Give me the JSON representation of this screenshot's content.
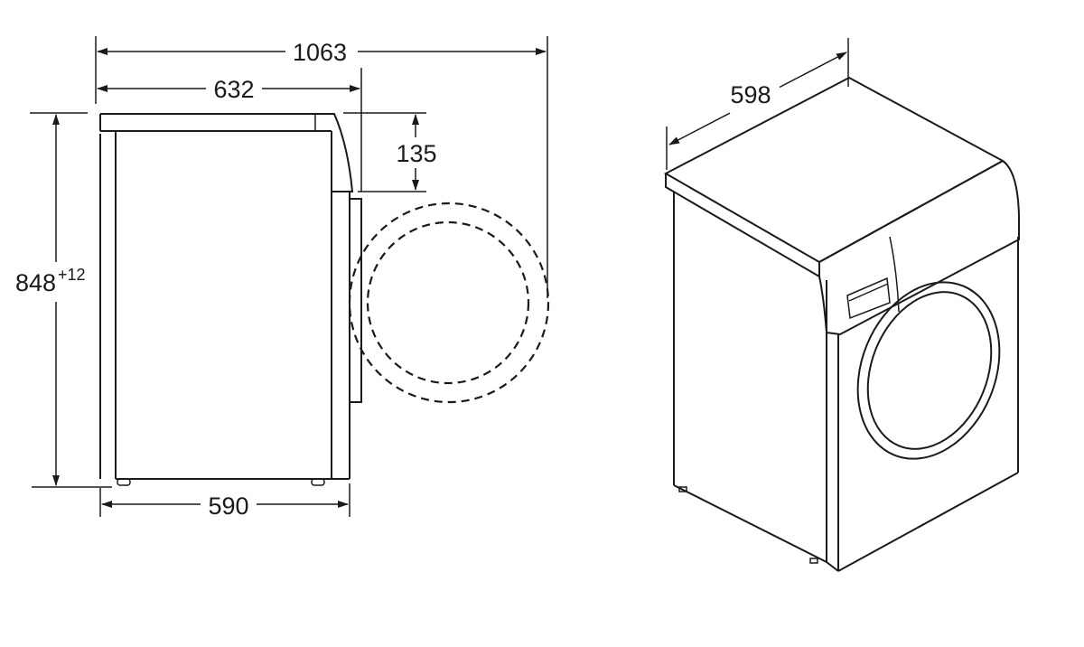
{
  "dimensions": {
    "overall_depth_door_open": "1063",
    "depth_with_door": "632",
    "panel_height": "135",
    "height": "848",
    "height_tolerance": "+12",
    "body_depth": "590",
    "width": "598"
  },
  "colors": {
    "line": "#1a1a1a",
    "background": "#ffffff"
  }
}
